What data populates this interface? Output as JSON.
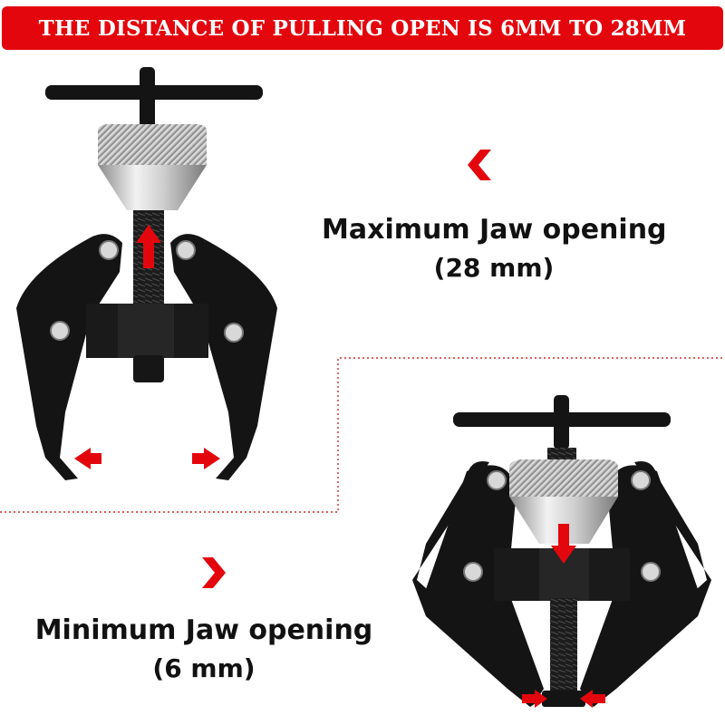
{
  "banner": {
    "text": "THE DISTANCE OF PULLING OPEN IS 6MM TO 28MM",
    "color": "#e3070d"
  },
  "max_caption": {
    "line1": "Maximum Jaw opening",
    "line2": "(28 mm)"
  },
  "min_caption": {
    "line1": "Minimum Jaw opening",
    "line2": "(6 mm)"
  },
  "colors": {
    "arrow_red": "#e3070d",
    "tool_black": "#141414",
    "divider": "#d22a2a"
  },
  "icons": [
    "chevron-left-icon",
    "chevron-right-icon",
    "arrow-up-icon",
    "arrow-down-icon",
    "arrow-left-icon",
    "arrow-right-icon"
  ]
}
